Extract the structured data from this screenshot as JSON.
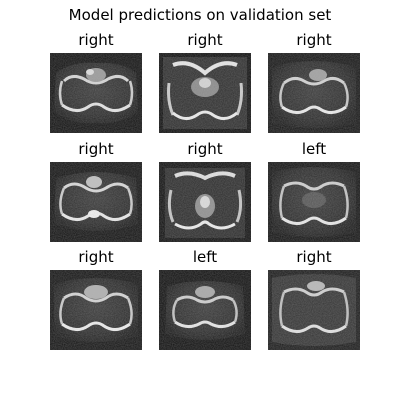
{
  "figure": {
    "title": "Model predictions on validation set"
  },
  "panels": [
    {
      "label": "right"
    },
    {
      "label": "right"
    },
    {
      "label": "right"
    },
    {
      "label": "right"
    },
    {
      "label": "right"
    },
    {
      "label": "left"
    },
    {
      "label": "right"
    },
    {
      "label": "left"
    },
    {
      "label": "right"
    }
  ]
}
